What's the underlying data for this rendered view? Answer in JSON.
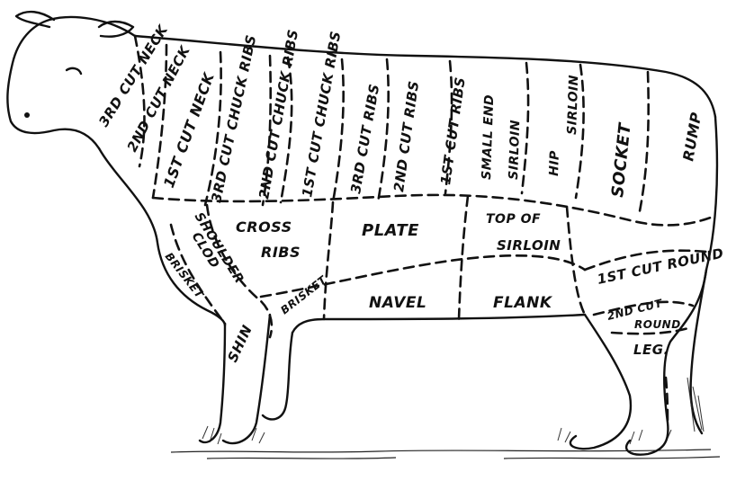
{
  "diagram": {
    "cuts": {
      "third_cut_neck": "3RD CUT NECK",
      "second_cut_neck": "2ND CUT NECK",
      "first_cut_neck": "1ST CUT NECK",
      "third_cut_chuck_ribs": "3RD CUT CHUCK RIBS",
      "second_cut_chuck_ribs": "2ND CUT CHUCK RIBS",
      "first_cut_chuck_ribs": "1ST CUT CHUCK RIBS",
      "third_cut_ribs": "3RD CUT RIBS",
      "second_cut_ribs": "2ND CUT RIBS",
      "first_cut_ribs": "1ST CUT RIBS",
      "small_end_sirloin_1": "SMALL END",
      "small_end_sirloin_2": "SIRLOIN",
      "hip_sirloin_1": "HIP",
      "hip_sirloin_2": "SIRLOIN",
      "socket": "SOCKET",
      "rump": "RUMP",
      "shoulder_clod_1": "SHOULDER",
      "shoulder_clod_2": "CLOD",
      "cross_ribs_1": "CROSS",
      "cross_ribs_2": "RIBS",
      "plate": "PLATE",
      "top_of_sirloin_1": "TOP OF",
      "top_of_sirloin_2": "SIRLOIN",
      "first_cut_round": "1ST CUT ROUND",
      "brisket_front": "BRISKET",
      "brisket_rear": "BRISKET",
      "navel": "NAVEL",
      "flank": "FLANK",
      "second_cut_round_1": "2ND CUT",
      "second_cut_round_2": "ROUND",
      "leg": "LEG.",
      "shin": "SHIN"
    }
  }
}
